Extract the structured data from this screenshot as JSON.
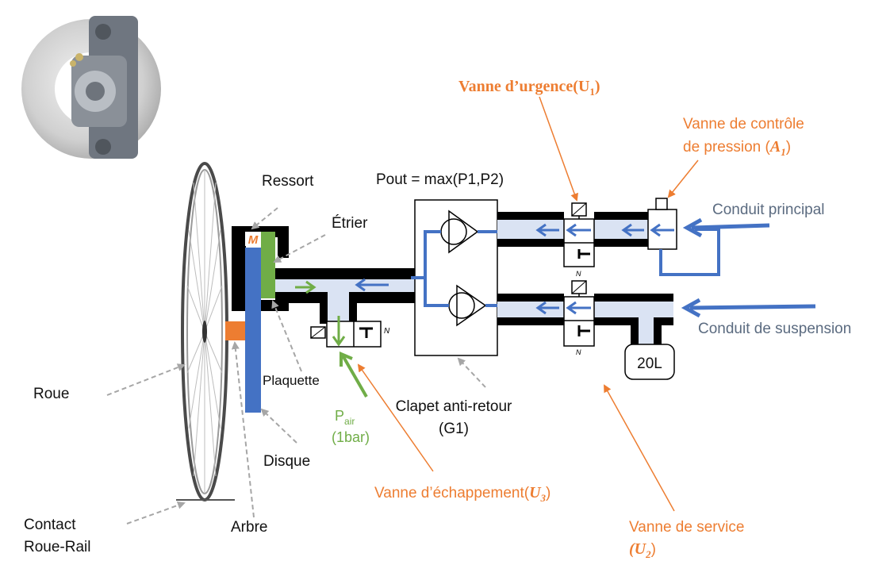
{
  "labels": {
    "ressort": "Ressort",
    "etrier": "Étrier",
    "pout": "Pout = max(P1,P2)",
    "vanne_urgence": "Vanne d’urgence",
    "vanne_urgence_sym": "(U",
    "vanne_urgence_sub": "1",
    "vanne_urgence_close": ")",
    "vanne_controle_l1": "Vanne de contrôle",
    "vanne_controle_l2": "de pression (",
    "vanne_controle_sym": "A",
    "vanne_controle_sub": "1",
    "vanne_controle_close": ")",
    "conduit_principal": "Conduit principal",
    "conduit_suspension": "Conduit de suspension",
    "reservoir": "20L",
    "plaquette": "Plaquette",
    "roue": "Roue",
    "p_air": "P",
    "p_air_sub": "air",
    "p_air_val": "(1bar)",
    "clapet_l1": "Clapet anti-retour",
    "clapet_l2": "(G1)",
    "disque": "Disque",
    "vanne_echappement": "Vanne d’échappement(",
    "vanne_echappement_sym": "U",
    "vanne_echappement_sub": "3",
    "vanne_echappement_close": ")",
    "contact_l1": "Contact",
    "contact_l2": "Roue-Rail",
    "arbre": "Arbre",
    "vanne_service_l1": "Vanne de service",
    "vanne_service_sym": "(U",
    "vanne_service_sub": "2",
    "vanne_service_close": ")",
    "spring_symbol": "M",
    "valve_n": "N"
  },
  "colors": {
    "orange": "#ED7D31",
    "blue": "#4472C4",
    "light_blue": "#DAE3F3",
    "green": "#70AD47",
    "gray_text": "#5B6B80",
    "dashed_gray": "#A6A6A6"
  },
  "icons": {
    "caliper_photo": "brake-caliper-photo-icon"
  }
}
